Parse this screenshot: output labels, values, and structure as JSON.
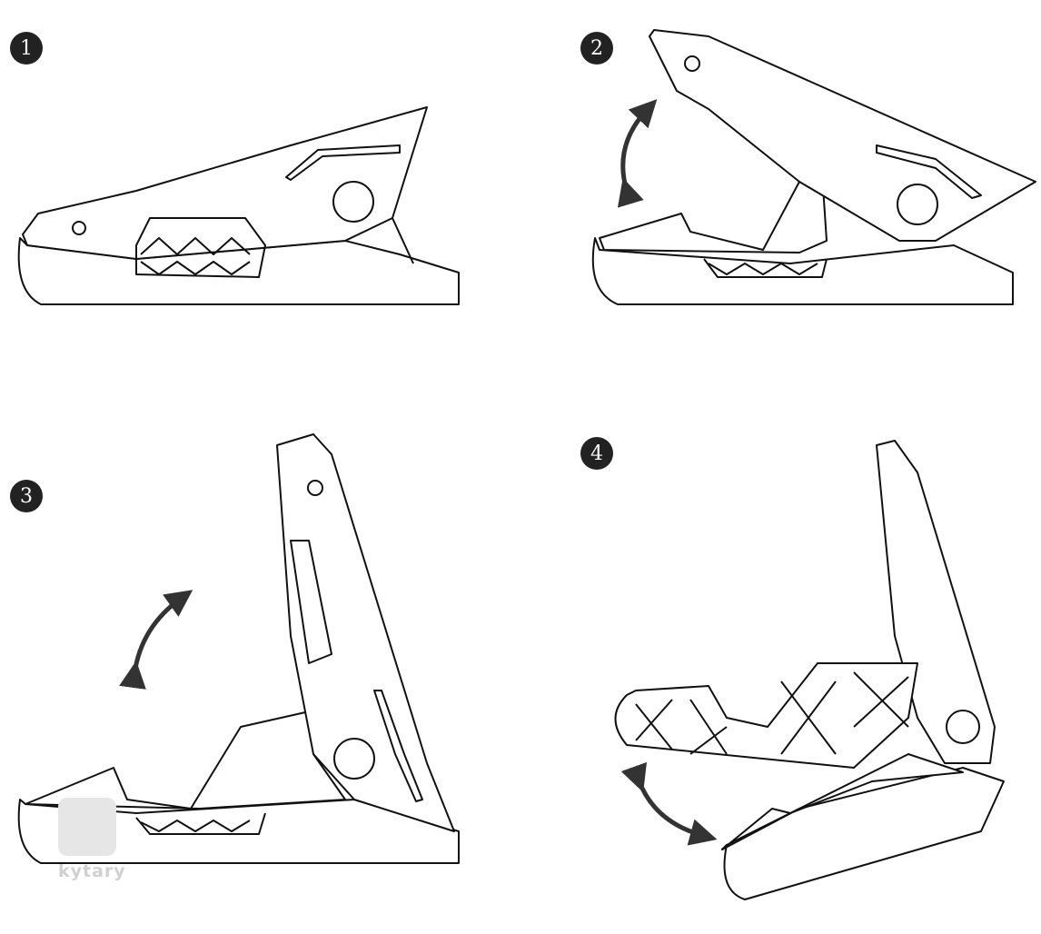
{
  "steps": [
    {
      "number": "1"
    },
    {
      "number": "2"
    },
    {
      "number": "3"
    },
    {
      "number": "4"
    }
  ],
  "watermark": {
    "text": "kytary"
  }
}
